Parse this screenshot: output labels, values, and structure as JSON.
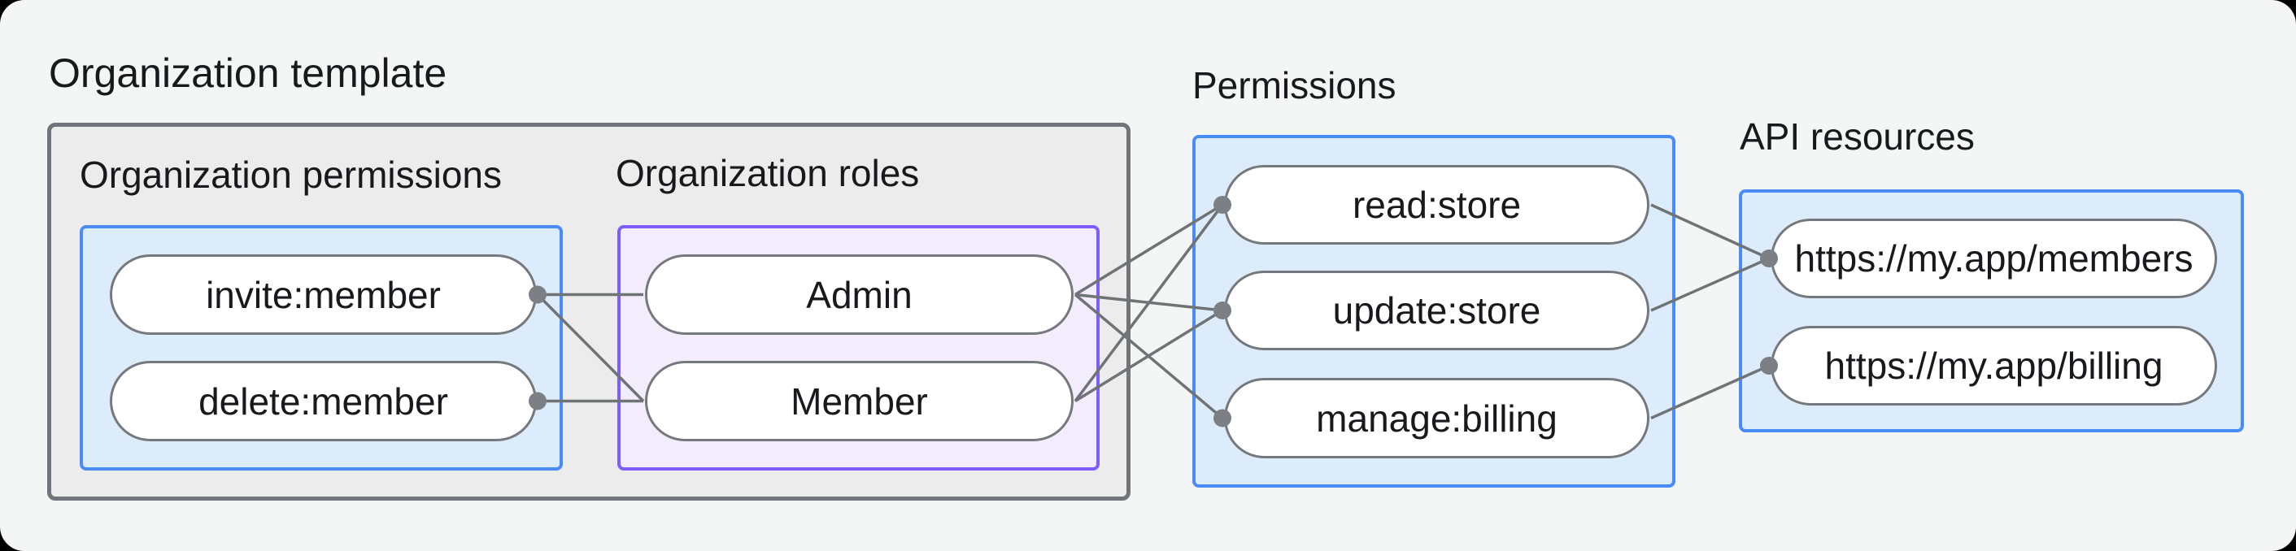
{
  "colors": {
    "canvas_bg": "#f4f6f5",
    "group_box_bg": "#ececec",
    "group_box_border": "#71757a",
    "blue_box_bg": "#dcecfb",
    "blue_box_border": "#4a8cf7",
    "purple_box_bg": "#f2ecfd",
    "purple_box_border": "#7e5ef8",
    "pill_bg": "#ffffff",
    "pill_border": "#75787c",
    "line": "#6f7376",
    "dot": "#7c8084",
    "text": "#17191d"
  },
  "diagram": {
    "template": {
      "title": "Organization template",
      "permissions": {
        "title": "Organization permissions",
        "items": [
          "invite:member",
          "delete:member"
        ]
      },
      "roles": {
        "title": "Organization roles",
        "items": [
          "Admin",
          "Member"
        ]
      }
    },
    "permissions": {
      "title": "Permissions",
      "items": [
        "read:store",
        "update:store",
        "manage:billing"
      ]
    },
    "api": {
      "title": "API resources",
      "items": [
        "https://my.app/members",
        "https://my.app/billing"
      ]
    },
    "edges": [
      [
        "invite_member.right",
        "admin.left"
      ],
      [
        "invite_member.right",
        "member.left"
      ],
      [
        "delete_member.right",
        "member.left"
      ],
      [
        "admin.right",
        "read_store.left"
      ],
      [
        "admin.right",
        "update_store.left"
      ],
      [
        "admin.right",
        "manage_billing.left"
      ],
      [
        "member.right",
        "read_store.left"
      ],
      [
        "member.right",
        "update_store.left"
      ],
      [
        "read_store.right",
        "members_resource.left"
      ],
      [
        "update_store.right",
        "members_resource.left"
      ],
      [
        "manage_billing.right",
        "billing_resource.left"
      ]
    ],
    "dots": [
      "invite_member.right",
      "delete_member.right",
      "read_store.left",
      "update_store.left",
      "manage_billing.left",
      "members_resource.left",
      "billing_resource.left"
    ]
  }
}
